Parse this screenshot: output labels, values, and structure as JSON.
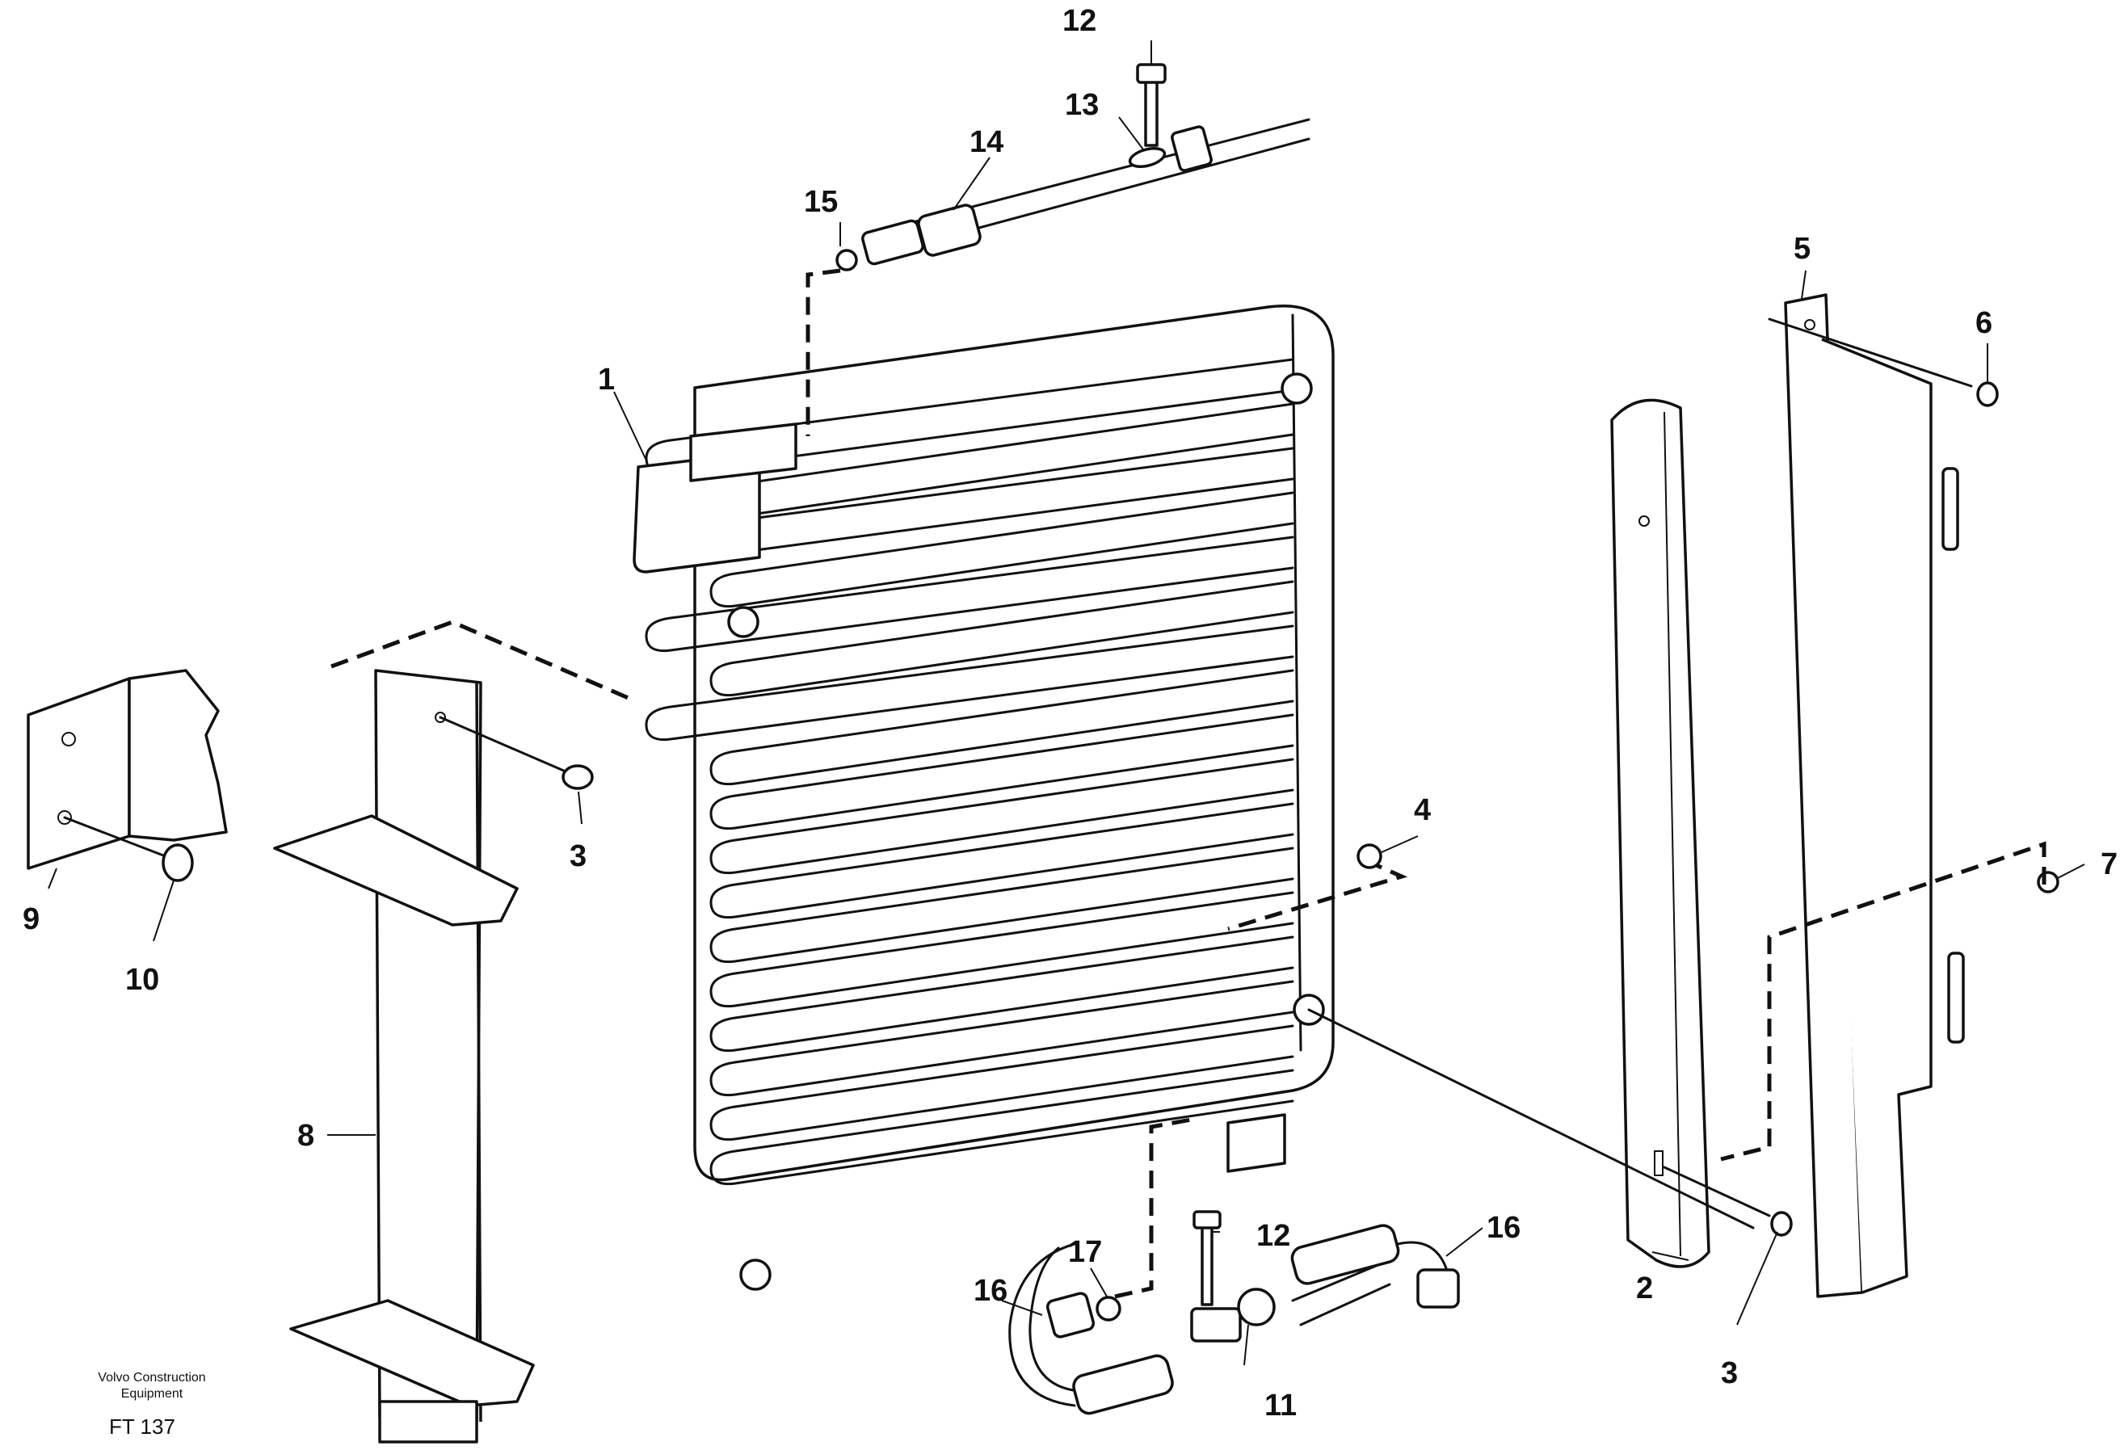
{
  "callouts": {
    "c1": "1",
    "c2": "2",
    "c3a": "3",
    "c3b": "3",
    "c4": "4",
    "c5": "5",
    "c6": "6",
    "c7": "7",
    "c8": "8",
    "c9": "9",
    "c10": "10",
    "c11": "11",
    "c12a": "12",
    "c12b": "12",
    "c13": "13",
    "c14": "14",
    "c15": "15",
    "c16a": "16",
    "c16b": "16",
    "c17": "17"
  },
  "footer": {
    "line1": "Volvo Construction",
    "line2": "Equipment",
    "code": "FT 137"
  }
}
